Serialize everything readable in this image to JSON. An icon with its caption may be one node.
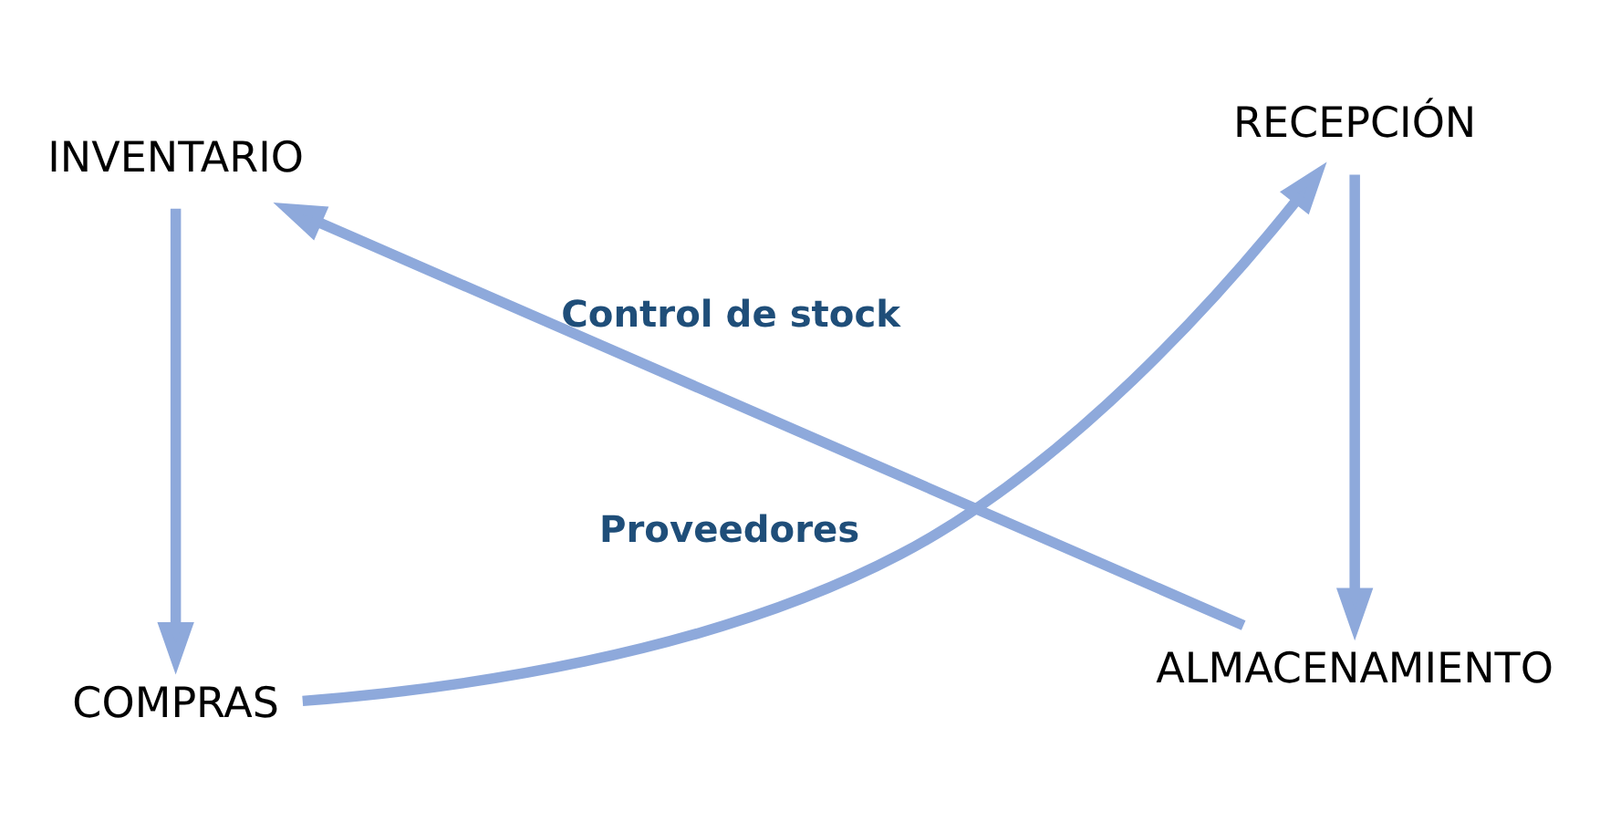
{
  "diagram": {
    "nodes": [
      {
        "text": [
          "COMPRAS"
        ]
      },
      {
        "text": [
          "RECEPCIÓN"
        ]
      },
      {
        "text": [
          "ALMACENAMIENTO"
        ]
      },
      {
        "text": [
          "INVENTARIO"
        ]
      }
    ],
    "edges": [
      {
        "from": 0,
        "to": 1,
        "arrow": "to",
        "label": "Proveedores"
      },
      {
        "from": 1,
        "to": 2,
        "arrow": "to"
      },
      {
        "from": 2,
        "to": 3,
        "arrow": "to",
        "label": "Control de stock"
      },
      {
        "from": 3,
        "to": 0,
        "arrow": "to"
      }
    ]
  }
}
